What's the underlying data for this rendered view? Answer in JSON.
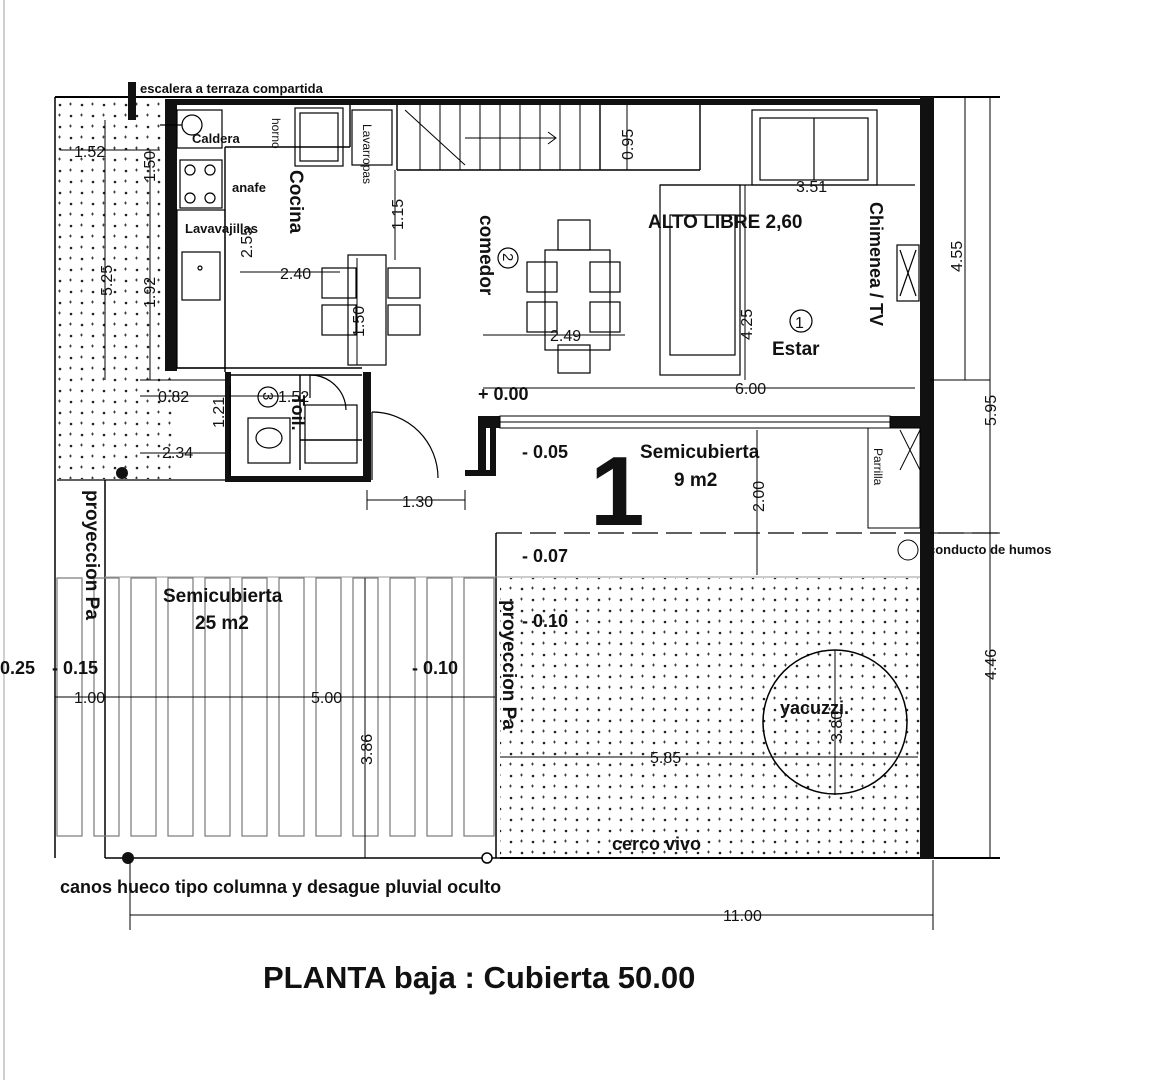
{
  "title": "PLANTA baja : Cubierta 50.00",
  "notes": {
    "top": "escalera a terraza compartida",
    "bottom": "canos hueco tipo columna y desague pluvial oculto",
    "humos": "conducto de humos",
    "yacuzzi": "yacuzzi.",
    "cerco": "cerco vivo"
  },
  "rooms": {
    "cocina": "Cocina",
    "comedor": "comedor",
    "estar": "Estar",
    "toil": "Toil.",
    "chimenea": "Chimenea / TV",
    "alto_libre": "ALTO LIBRE 2,60",
    "parrilla": "Parrilla",
    "semicubierta": "Semicubierta",
    "semi1_area": "9 m2",
    "semi2_area": "25  m2",
    "proyeccion": "proyeccion Pa",
    "big_number": "1"
  },
  "fixtures": {
    "caldera": "Caldera",
    "horno": "horno",
    "anafe": "anafe",
    "lavavajillas": "Lavavajillas",
    "lavarropas": "Lavarropas"
  },
  "room_numbers": {
    "estar": "1",
    "comedor": "2",
    "toil": "3"
  },
  "levels": {
    "l_000": "+ 0.00",
    "l_005": "- 0.05",
    "l_007": "- 0.07",
    "l_010a": "- 0.10",
    "l_010b": "- 0.10",
    "l_015": "- 0.15",
    "l_025": "0.25"
  },
  "dims": {
    "d152a": "1.52",
    "d150": "1.50",
    "d525": "5.25",
    "d192": "1.92",
    "d255": "2.55",
    "d240": "2.40",
    "d082": "0.82",
    "d152b": "1.52",
    "d121": "1.21",
    "d234": "2.34",
    "d130": "1.30",
    "d115": "1.15",
    "d095": "0.95",
    "d351": "3.51",
    "d455": "4.55",
    "d595": "5.95",
    "d425": "4.25",
    "d249": "2.49",
    "d150b": "1.50",
    "d600": "6.00",
    "d200": "2.00",
    "d446": "4.46",
    "d100": "1.00",
    "d500": "5.00",
    "d386": "3.86",
    "d585": "5.85",
    "d380": "3.80",
    "d1100": "11.00"
  }
}
